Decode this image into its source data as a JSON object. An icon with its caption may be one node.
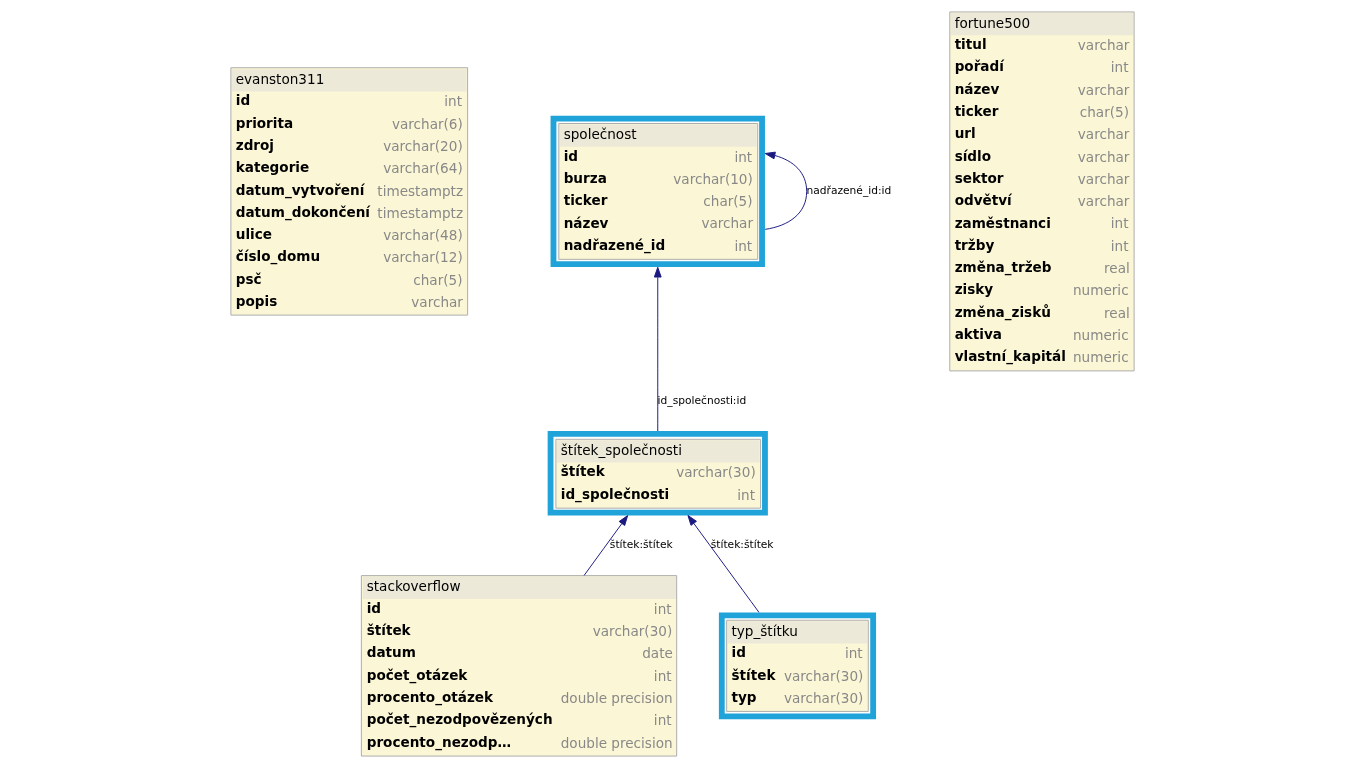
{
  "diagram": {
    "nodes": [
      {
        "text": [
          "evanston311",
          "id",
          "int",
          "priorita",
          "varchar(6)",
          "zdroj",
          "varchar(20)",
          "kategorie",
          "varchar(64)",
          "datum_vytvoření",
          "timestamptz",
          "datum_dokončení",
          "timestamptz",
          "ulice",
          "varchar(48)",
          "číslo_domu",
          "varchar(12)",
          "psč",
          "char(5)",
          "popis",
          "varchar"
        ]
      },
      {
        "text": [
          "společnost",
          "id",
          "int",
          "burza",
          "varchar(10)",
          "ticker",
          "char(5)",
          "název",
          "varchar",
          "nadřazené_id",
          "int"
        ]
      },
      {
        "text": [
          "fortune500",
          "titul",
          "varchar",
          "pořadí",
          "int",
          "název",
          "varchar",
          "ticker",
          "char(5)",
          "url",
          "varchar",
          "sídlo",
          "varchar",
          "sektor",
          "varchar",
          "odvětví",
          "varchar",
          "zaměstnanci",
          "int",
          "tržby",
          "int",
          "změna_tržeb",
          "real",
          "zisky",
          "numeric",
          "změna_zisků",
          "real",
          "aktiva",
          "numeric",
          "vlastní_kapitál",
          "numeric"
        ]
      },
      {
        "text": [
          "štítek_společnosti",
          "štítek",
          "varchar(30)",
          "id_společnosti",
          "int"
        ]
      },
      {
        "text": [
          "stackoverflow",
          "id",
          "int",
          "štítek",
          "varchar(30)",
          "datum",
          "date",
          "počet_otázek",
          "int",
          "procento_otázek",
          "double precision",
          "počet_nezodpovězených",
          "int",
          "procento_nezodp…",
          "double precision"
        ]
      },
      {
        "text": [
          "typ_štítku",
          "id",
          "int",
          "štítek",
          "varchar(30)",
          "typ",
          "varchar(30)"
        ]
      }
    ],
    "edges": [
      {
        "from": 1,
        "to": 1,
        "arrow": "to",
        "label": "nadřazené_id:id"
      },
      {
        "from": 3,
        "to": 1,
        "arrow": "to",
        "label": "id_společnosti:id"
      },
      {
        "from": 4,
        "to": 3,
        "arrow": "to",
        "label": "štítek:štítek"
      },
      {
        "from": 5,
        "to": 3,
        "arrow": "to",
        "label": "štítek:štítek"
      }
    ]
  }
}
